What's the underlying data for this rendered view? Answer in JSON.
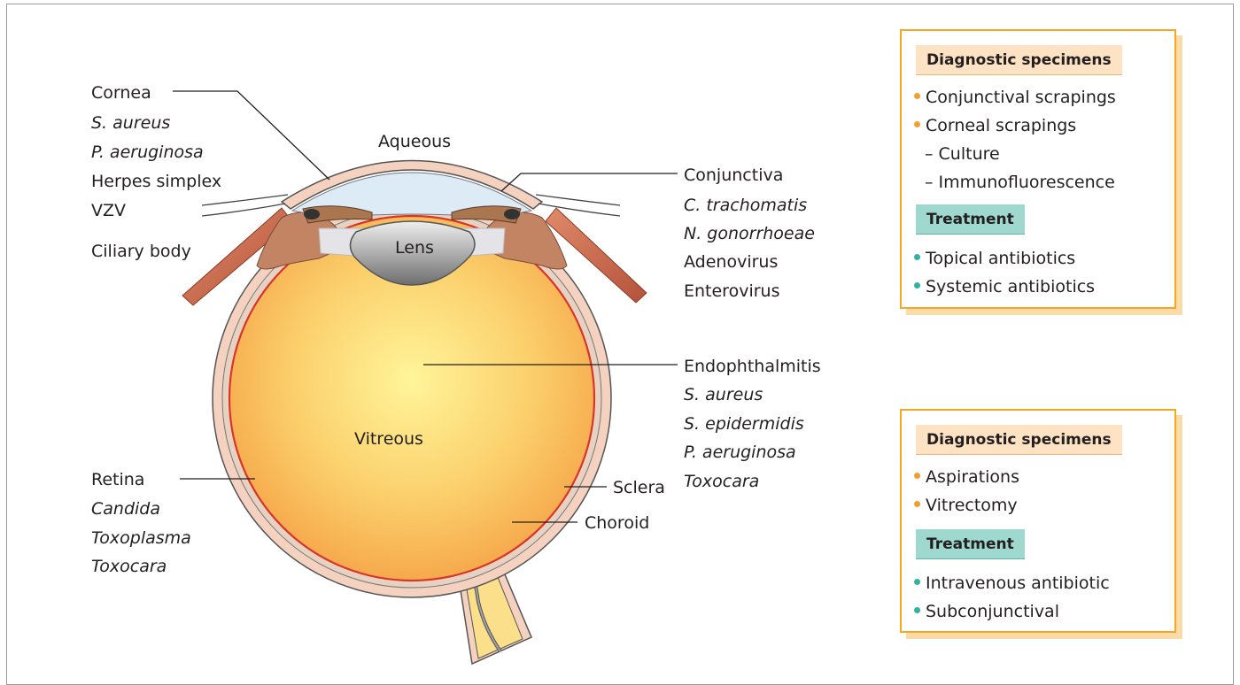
{
  "labels": {
    "cornea": "Cornea",
    "cornea_org1": "S. aureus",
    "cornea_org2": "P. aeruginosa",
    "cornea_org3": "Herpes simplex",
    "cornea_org4": "VZV",
    "ciliary_body": "Ciliary body",
    "aqueous": "Aqueous",
    "lens": "Lens",
    "vitreous": "Vitreous",
    "retina": "Retina",
    "retina_org1": "Candida",
    "retina_org2": "Toxoplasma",
    "retina_org3": "Toxocara",
    "conjunctiva": "Conjunctiva",
    "conj_org1": "C. trachomatis",
    "conj_org2": "N. gonorrhoeae",
    "conj_org3": "Adenovirus",
    "conj_org4": "Enterovirus",
    "endophthalmitis": "Endophthalmitis",
    "endo_org1": "S. aureus",
    "endo_org2": "S. epidermidis",
    "endo_org3": "P. aeruginosa",
    "endo_org4": "Toxocara",
    "sclera": "Sclera",
    "choroid": "Choroid"
  },
  "box_top": {
    "diag_header": "Diagnostic specimens",
    "diag_items": [
      "Conjunctival scrapings",
      "Corneal scrapings"
    ],
    "sub_items": [
      "– Culture",
      "– Immunofluorescence"
    ],
    "treat_header": "Treatment",
    "treat_items": [
      "Topical antibiotics",
      "Systemic antibiotics"
    ]
  },
  "box_bottom": {
    "diag_header": "Diagnostic specimens",
    "diag_items": [
      "Aspirations",
      "Vitrectomy"
    ],
    "treat_header": "Treatment",
    "treat_items": [
      "Intravenous antibiotic",
      "Subconjunctival"
    ]
  },
  "colors": {
    "box_border": "#f5a623",
    "diag_header_bg": "#fde3c3",
    "treat_header_bg": "#9fd8cf",
    "vitreous_center": "#fff59a",
    "vitreous_edge": "#f7ad4f",
    "sclera": "#f5d2c0",
    "retina_line": "#d9342b",
    "aqueous": "#dcebf5",
    "optic_nerve": "#fbdf8a"
  }
}
